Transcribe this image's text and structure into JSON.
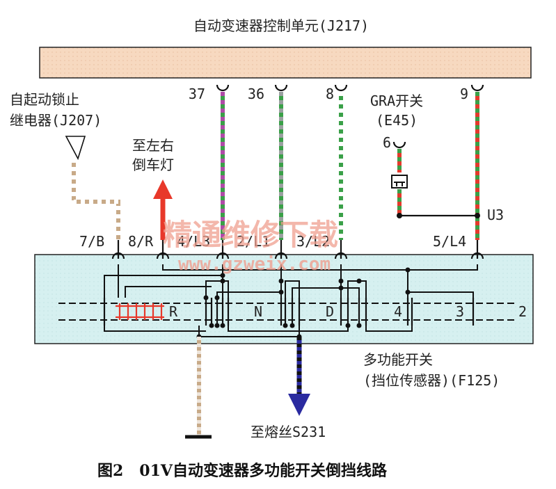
{
  "title": "自动变速器控制单元(J217)",
  "relay_label": [
    "自起动锁止",
    "继电器(J207)"
  ],
  "reverse_light_label": [
    "至左右",
    "倒车灯"
  ],
  "gra_switch_label": [
    "GRA开关",
    "(E45)"
  ],
  "pin_numbers": [
    "37",
    "36",
    "8",
    "9",
    "6"
  ],
  "junction_label": "U3",
  "connector_labels": [
    "7/B",
    "8/R",
    "4/L3",
    "2/L1",
    "3/L2",
    "5/L4"
  ],
  "gear_labels": [
    "R",
    "N",
    "D",
    "4",
    "3",
    "2"
  ],
  "switch_label": [
    "多功能开关",
    "(挡位传感器)(F125)"
  ],
  "fuse_label": "至熔丝S231",
  "caption": "图2   01V自动变速器多功能开关倒挡线路",
  "watermark": [
    "精通维修下载",
    "www.gzweix.com"
  ],
  "colors": {
    "ecu_fill": "#f7d9c0",
    "switch_fill": "#d6f0f0",
    "arrow_red": "#e8382a",
    "arrow_blue": "#2a2aa0",
    "wire_red": "#e43a2c",
    "wire_green": "#3aa048",
    "wire_purple": "#b04aa8",
    "wire_gray": "#9aa0a0",
    "wire_tan": "#c8aa88",
    "wire_white": "#ffffff"
  }
}
